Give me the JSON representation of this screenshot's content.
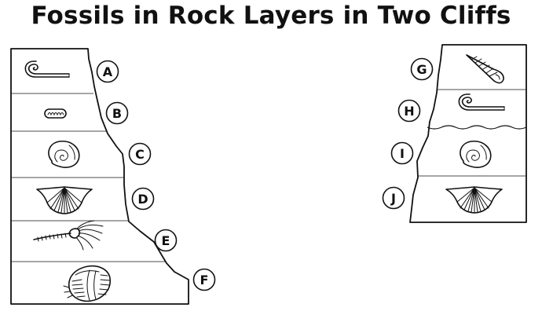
{
  "title": "Fossils in Rock Layers in Two Cliffs",
  "cliff_left": {
    "layers": [
      {
        "label": "A",
        "fossil": "worm-tube-fossil"
      },
      {
        "label": "B",
        "fossil": "small-caterpillar-fossil"
      },
      {
        "label": "C",
        "fossil": "spiral-snail-fossil"
      },
      {
        "label": "D",
        "fossil": "brachiopod-shell-fossil"
      },
      {
        "label": "E",
        "fossil": "crinoid-fossil"
      },
      {
        "label": "F",
        "fossil": "trilobite-fossil"
      }
    ]
  },
  "cliff_right": {
    "layers": [
      {
        "label": "G",
        "fossil": "cone-shell-fossil"
      },
      {
        "label": "H",
        "fossil": "worm-tube-fossil"
      },
      {
        "label": "I",
        "fossil": "spiral-snail-fossil"
      },
      {
        "label": "J",
        "fossil": "brachiopod-shell-fossil"
      }
    ]
  }
}
